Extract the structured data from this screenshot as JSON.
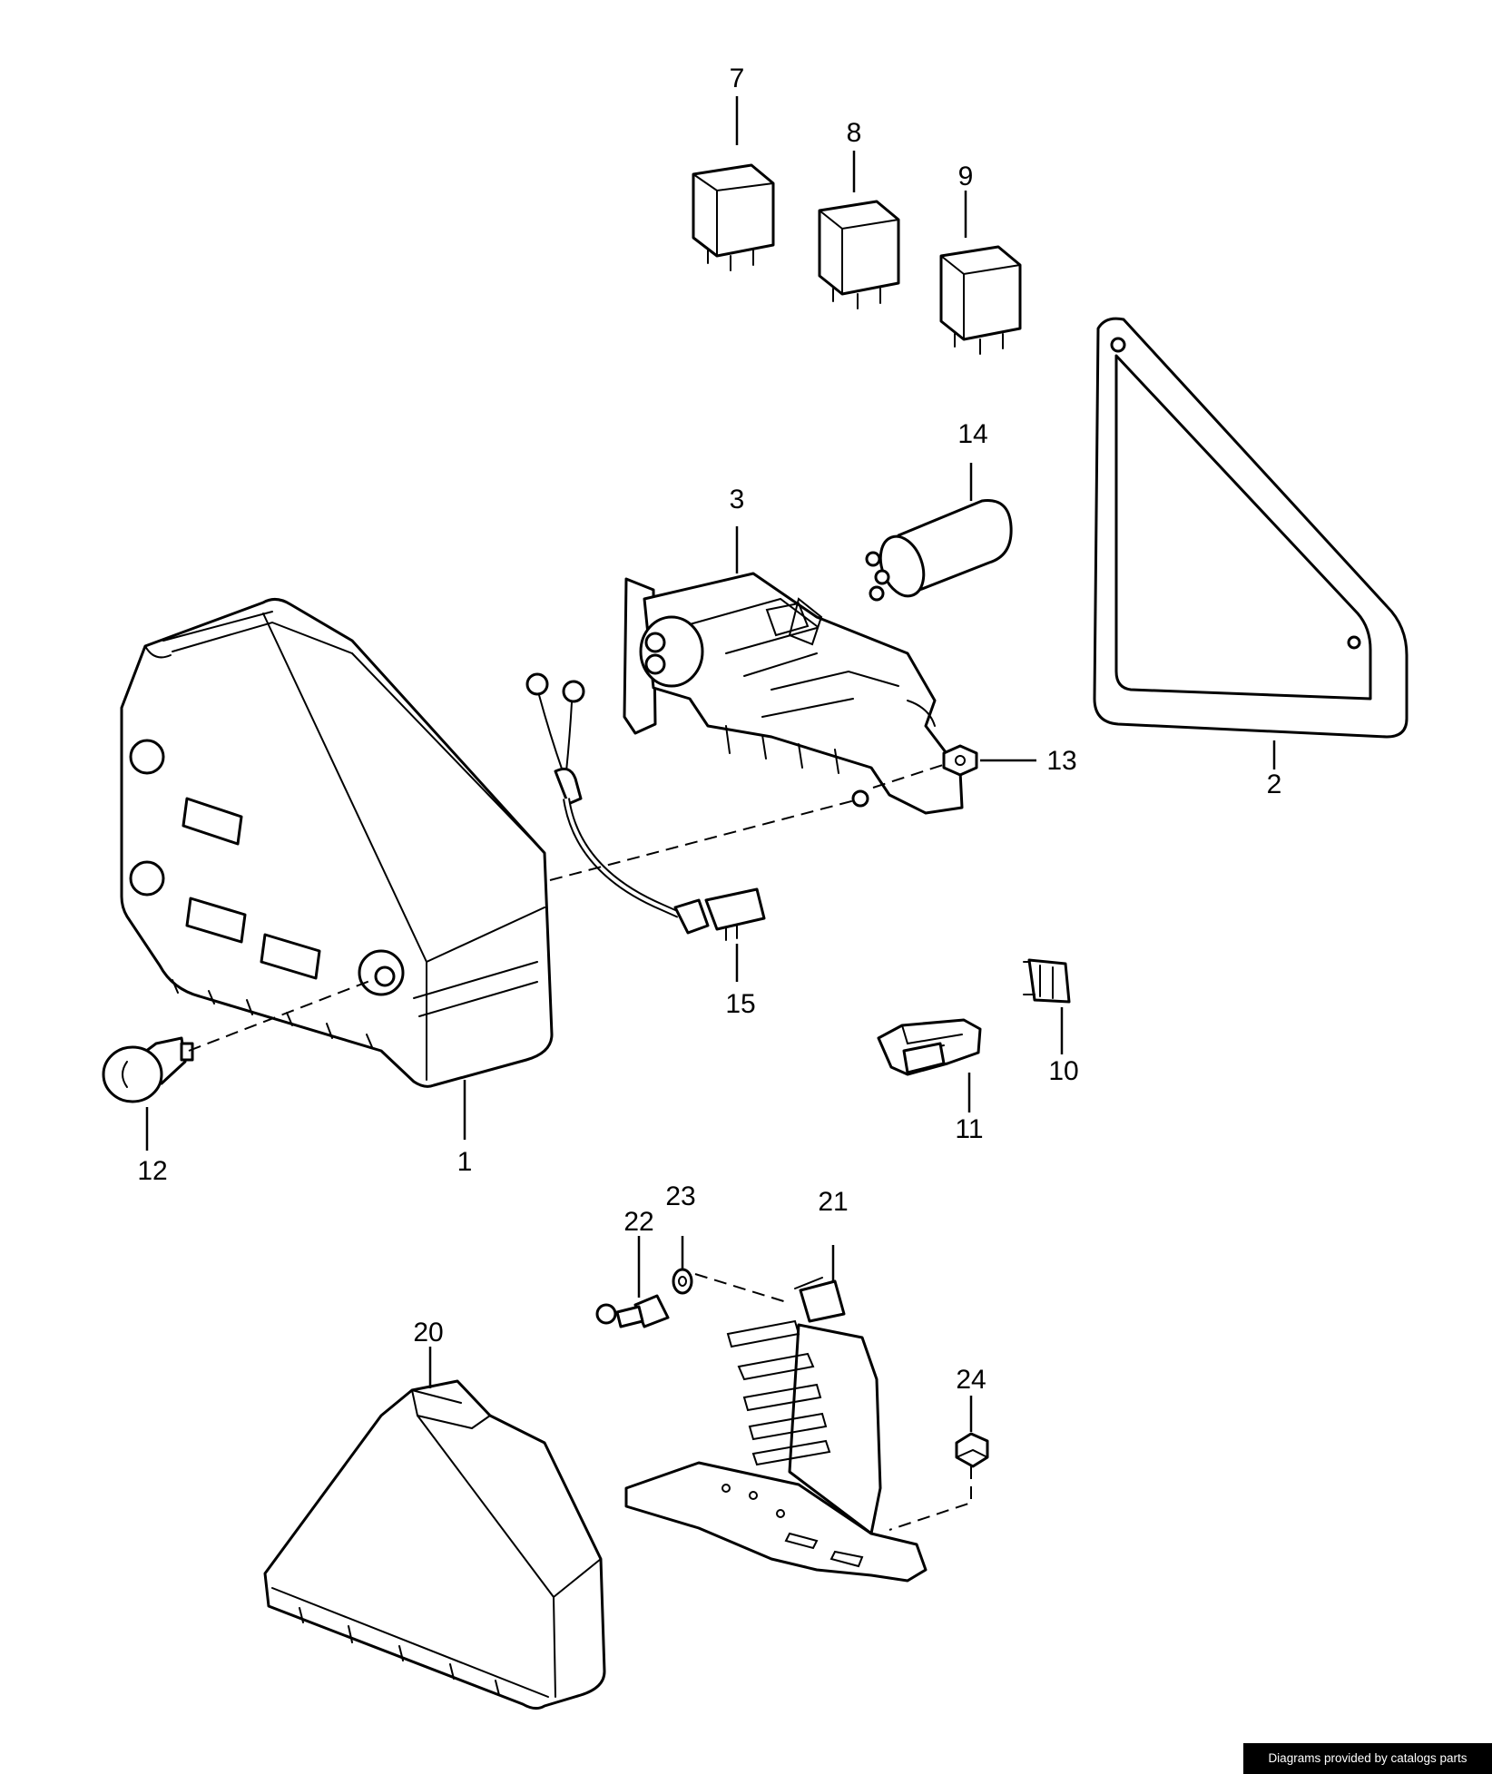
{
  "callouts": {
    "p1": "1",
    "p2": "2",
    "p3": "3",
    "p7": "7",
    "p8": "8",
    "p9": "9",
    "p10": "10",
    "p11": "11",
    "p12": "12",
    "p13": "13",
    "p14": "14",
    "p15": "15",
    "p20": "20",
    "p21": "21",
    "p22": "22",
    "p23": "23",
    "p24": "24"
  },
  "credit": "Diagrams provided by catalogs parts"
}
